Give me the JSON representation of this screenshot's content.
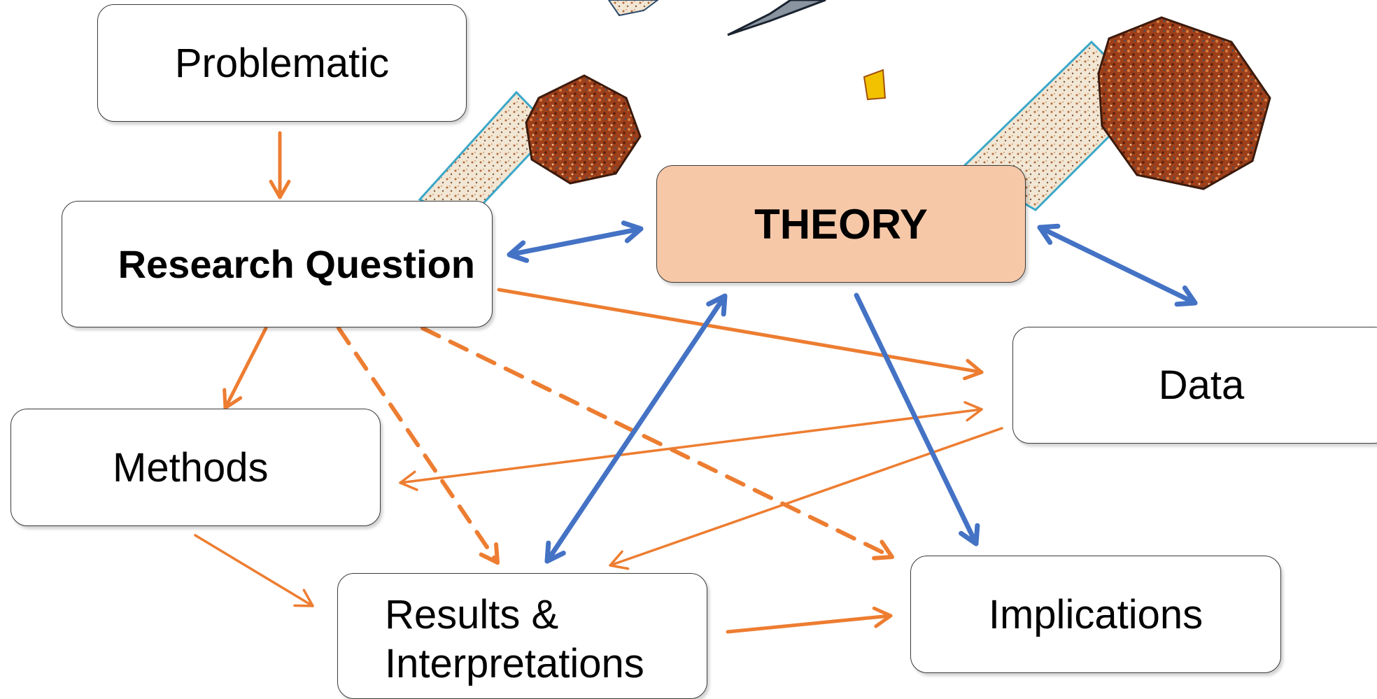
{
  "nodes": {
    "problematic": "Problematic",
    "research_question": "Research Question",
    "theory": "THEORY",
    "data": "Data",
    "methods": "Methods",
    "results_line1": "Results &",
    "results_line2": "Interpretations",
    "implications": "Implications"
  },
  "colors": {
    "orange_arrow": "#ed7d31",
    "blue_arrow": "#4472c4",
    "theory_fill": "#f7c8a8",
    "box_border": "#3a3a3a"
  },
  "connections": [
    {
      "from": "Problematic",
      "to": "Research Question",
      "style": "solid",
      "color": "orange"
    },
    {
      "from": "Research Question",
      "to": "THEORY",
      "style": "solid",
      "color": "blue",
      "bidirectional": true
    },
    {
      "from": "THEORY",
      "to": "Data",
      "style": "solid",
      "color": "blue",
      "bidirectional": true
    },
    {
      "from": "Research Question",
      "to": "Data",
      "style": "solid",
      "color": "orange"
    },
    {
      "from": "Research Question",
      "to": "Methods",
      "style": "solid",
      "color": "orange"
    },
    {
      "from": "Research Question",
      "to": "Results & Interpretations",
      "style": "dashed",
      "color": "orange"
    },
    {
      "from": "Research Question",
      "to": "Implications",
      "style": "dashed",
      "color": "orange"
    },
    {
      "from": "Data",
      "to": "Methods",
      "style": "solid",
      "color": "orange",
      "bidirectional": true
    },
    {
      "from": "Data",
      "to": "Results & Interpretations",
      "style": "solid",
      "color": "orange"
    },
    {
      "from": "THEORY",
      "to": "Results & Interpretations",
      "style": "solid",
      "color": "blue",
      "bidirectional": true
    },
    {
      "from": "THEORY",
      "to": "Implications",
      "style": "solid",
      "color": "blue"
    },
    {
      "from": "Methods",
      "to": "Results & Interpretations",
      "style": "solid",
      "color": "orange"
    },
    {
      "from": "Results & Interpretations",
      "to": "Implications",
      "style": "solid",
      "color": "orange"
    }
  ],
  "background_image": "rusty-bolts"
}
